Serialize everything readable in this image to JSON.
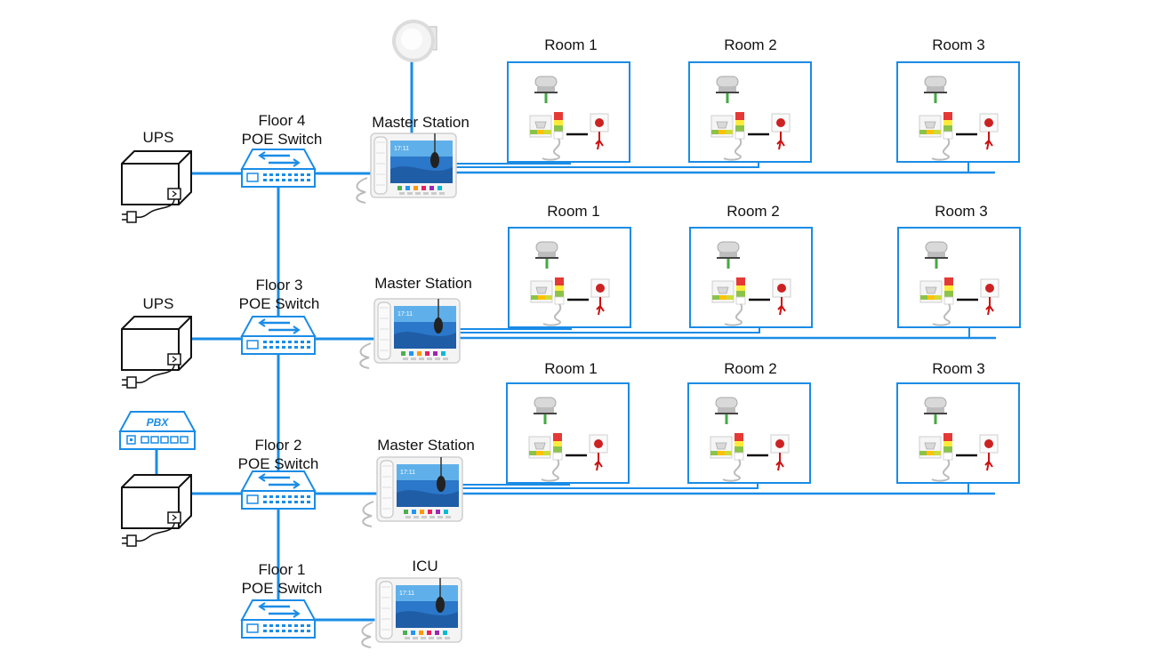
{
  "colors": {
    "link": "#1a8ce6",
    "device_outline": "#1a8ce6",
    "ups_outline": "#111111",
    "pull_cord": "#cc1111",
    "emergency_button": "#cc2222",
    "dome_light_stem": "#44aa44"
  },
  "icons": {
    "ups": "ups-icon",
    "switch": "poe-switch-icon",
    "pbx": "pbx-icon",
    "speaker": "ceiling-speaker-icon",
    "station": "master-station-phone-icon",
    "bedside": "bedside-call-unit-icon",
    "dome_light": "dome-light-icon",
    "emergency": "emergency-pull-cord-icon"
  },
  "pbx": {
    "label": "PBX"
  },
  "floors": [
    {
      "id": "floor4",
      "ups_label": "UPS",
      "switch_label_line1": "Floor 4",
      "switch_label_line2": "POE Switch",
      "station_label": "Master Station",
      "rooms": [
        "Room 1",
        "Room 2",
        "Room 3"
      ]
    },
    {
      "id": "floor3",
      "ups_label": "UPS",
      "switch_label_line1": "Floor 3",
      "switch_label_line2": "POE Switch",
      "station_label": "Master Station",
      "rooms": [
        "Room 1",
        "Room 2",
        "Room 3"
      ]
    },
    {
      "id": "floor2",
      "switch_label_line1": "Floor 2",
      "switch_label_line2": "POE Switch",
      "station_label": "Master Station",
      "rooms": [
        "Room 1",
        "Room 2",
        "Room 3"
      ]
    },
    {
      "id": "floor1",
      "switch_label_line1": "Floor 1",
      "switch_label_line2": "POE Switch",
      "station_label": "ICU"
    }
  ]
}
